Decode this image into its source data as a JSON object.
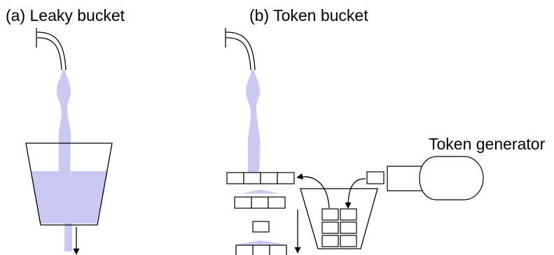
{
  "figure": {
    "panel_a": {
      "title": "(a) Leaky bucket"
    },
    "panel_b": {
      "title": "(b) Token bucket",
      "generator_label": "Token generator"
    }
  },
  "colors": {
    "water": "#c9c9f4",
    "ink": "#000000"
  }
}
